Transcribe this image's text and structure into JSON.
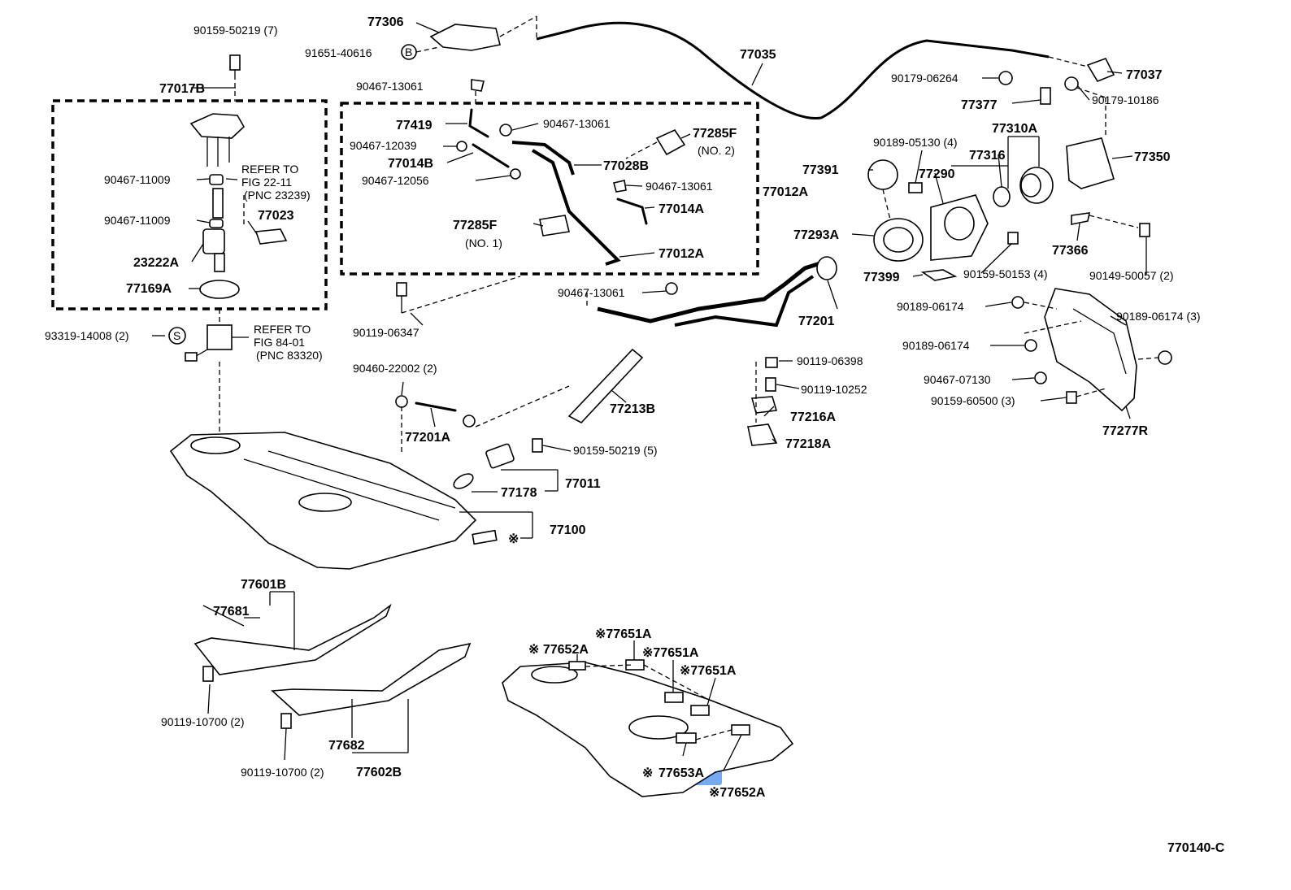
{
  "diagram_id": "770140-C",
  "labels": {
    "l_90159_50219_7": "90159-50219 (7)",
    "l_77306": "77306",
    "l_91651_40616": "91651-40616",
    "l_77035": "77035",
    "l_77037": "77037",
    "l_90179_06264": "90179-06264",
    "l_77377": "77377",
    "l_90179_10186": "90179-10186",
    "l_77017B": "77017B",
    "l_90467_13061_a": "90467-13061",
    "l_77419": "77419",
    "l_90467_13061_b": "90467-13061",
    "l_77285F_2": "77285F",
    "l_no2": "(NO. 2)",
    "l_90467_12039": "90467-12039",
    "l_77014B": "77014B",
    "l_77028B": "77028B",
    "l_90467_12056": "90467-12056",
    "l_90467_13061_c": "90467-13061",
    "l_77012A_a": "77012A",
    "l_77014A": "77014A",
    "l_77285F_1": "77285F",
    "l_no1": "(NO. 1)",
    "l_77012A_b": "77012A",
    "l_90467_11009_a": "90467-11009",
    "l_refer_to_1": "REFER TO",
    "l_fig_22_11": "FIG 22-11",
    "l_pnc_23239": "(PNC 23239)",
    "l_90467_11009_b": "90467-11009",
    "l_77023": "77023",
    "l_23222A": "23222A",
    "l_77169A": "77169A",
    "l_93319_14008": "93319-14008 (2)",
    "l_refer_to_2": "REFER TO",
    "l_fig_84_01": "FIG 84-01",
    "l_pnc_83320": "(PNC 83320)",
    "l_90119_06347": "90119-06347",
    "l_90467_13061_d": "90467-13061",
    "l_90189_05130": "90189-05130 (4)",
    "l_77310A": "77310A",
    "l_77350": "77350",
    "l_77391": "77391",
    "l_77290": "77290",
    "l_77316": "77316",
    "l_77293A": "77293A",
    "l_77366": "77366",
    "l_77399": "77399",
    "l_90159_50153": "90159-50153 (4)",
    "l_90149_50057": "90149-50057 (2)",
    "l_77201_right": "77201",
    "l_90189_06174_a": "90189-06174",
    "l_90189_06174_3": "90189-06174 (3)",
    "l_90189_06174_b": "90189-06174",
    "l_90119_06398": "90119-06398",
    "l_90460_22002": "90460-22002 (2)",
    "l_90119_10252": "90119-10252",
    "l_90467_07130": "90467-07130",
    "l_90159_60500": "90159-60500 (3)",
    "l_77213B": "77213B",
    "l_77216A": "77216A",
    "l_77201A": "77201A",
    "l_90159_50219_5": "90159-50219 (5)",
    "l_77218A": "77218A",
    "l_77277R": "77277R",
    "l_77011": "77011",
    "l_77178": "77178",
    "l_77100": "77100",
    "l_77601B": "77601B",
    "l_77681": "77681",
    "l_77651A_a": "※77651A",
    "l_77652A_a": "※ 77652A",
    "l_77651A_b": "※77651A",
    "l_77651A_c": "※77651A",
    "l_90119_10700_a": "90119-10700 (2)",
    "l_77682": "77682",
    "l_90119_10700_b": "90119-10700 (2)",
    "l_77602B": "77602B",
    "l_77653A_mark": "※",
    "l_77653A": "77653A",
    "l_77652A_b": "※77652A",
    "l_77100_mark": "※",
    "l_90159_50219_top_bolt": "",
    "l_b_circle": "B",
    "l_s_circle": "S"
  },
  "highlight": {
    "part": "77653A",
    "color": "#5b9bf0"
  }
}
